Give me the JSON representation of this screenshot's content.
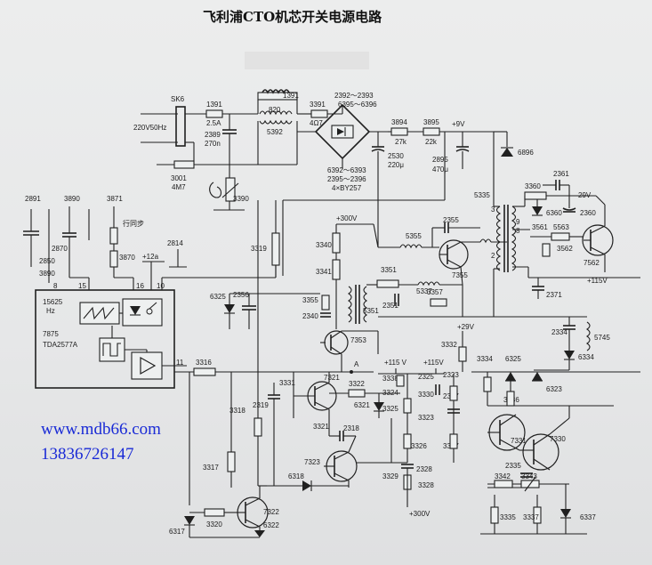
{
  "title": "飞利浦CTO机芯开关电源电路",
  "watermark": {
    "url": "www.mdb66.com",
    "phone": "13836726147"
  },
  "ic": {
    "name": "7875",
    "part": "TDA2577A",
    "freq_value": "15625",
    "freq_unit": "Hz",
    "pins": {
      "p8": "8",
      "p15": "15",
      "p16": "16",
      "p10": "10",
      "p11": "11"
    }
  },
  "labels": {
    "sk6": "SK6",
    "mains": "220V50Hz",
    "r3001": "3001",
    "r3001v": "4M7",
    "f1391": "1391",
    "f1391v": "2.5A",
    "c2389": "2389",
    "c2389v": "270n",
    "l1391b": "1391",
    "l820": "820",
    "l5392": "5392",
    "r3391": "3391",
    "r3391v": "4Ω7",
    "d2392": "2392～2393",
    "d6395": "6395～6396",
    "d6392": "6392～6393",
    "d2395": "2395～2396",
    "dby": "4×BY257",
    "r3894": "3894",
    "r3894v": "27k",
    "r3895": "3895",
    "r3895v": "22k",
    "v9": "+9V",
    "c2530": "2530",
    "c2530v": "220μ",
    "c2895": "2895",
    "c2895v": "470μ",
    "d6896": "6896",
    "r3390": "3390",
    "c2891": "2891",
    "r3890a": "3890",
    "r3871": "3871",
    "hsync": "行同步",
    "r2850": "2850",
    "r2870": "2870",
    "r3890b": "3890",
    "r3870": "3870",
    "v12": "+12a",
    "c2814": "2814",
    "r3319": "3319",
    "v300a": "+300V",
    "r3340": "3340",
    "r3341": "3341",
    "d6325a": "6325",
    "c2356": "2356",
    "r3355": "3355",
    "c2340": "2340",
    "c3351": "3351",
    "c2351": "2351",
    "t5351": "5351",
    "r5337": "5337",
    "r3357": "3357",
    "l5355": "5355",
    "c2355": "2355",
    "q7355": "7355",
    "t5335": "5335",
    "r3360": "3360",
    "c2361": "2361",
    "v29a": "29V",
    "d6360": "6360",
    "c2360": "2360",
    "n9": "9",
    "n8": "8",
    "n3": "3",
    "n2": "2",
    "r3561": "3561",
    "r5563": "5563",
    "r3562": "3562",
    "q7562": "7562",
    "c2371": "2371",
    "v115a": "+115V",
    "c2334": "2334",
    "l5745": "5745",
    "d6334": "6334",
    "q7353": "7353",
    "v29b": "+29V",
    "r3332": "3332",
    "ptA": "A",
    "r3316": "3316",
    "c3331": "3331",
    "q7321": "7321",
    "v115b": "+115 V",
    "v115c": "+115V",
    "r3338": "3338",
    "r3322": "3322",
    "r3324": "3324",
    "d6321": "6321",
    "d3325": "3325",
    "c2325": "2325",
    "r3330": "3330",
    "r2323": "2323",
    "c2327": "2327",
    "r3323": "3323",
    "r3334": "3334",
    "d6325b": "6325",
    "d6323": "6323",
    "r3336": "3336",
    "r3318": "3318",
    "c2319": "2319",
    "r3321": "3321",
    "c2318": "2318",
    "q7323": "7323",
    "r3317": "3317",
    "d6318": "6318",
    "r3329": "3329",
    "r3326": "3326",
    "r3337a": "3337",
    "c2328": "2328",
    "r3328": "3328",
    "v300b": "+300V",
    "q7331": "7331",
    "q7330": "7330",
    "c2335": "2335",
    "r3342": "3342",
    "r3343": "3343",
    "r3335": "3335",
    "r3337b": "3337",
    "d6337": "6337",
    "q7322": "7322",
    "r3320": "3320",
    "d6317": "6317",
    "d6322": "6322"
  }
}
